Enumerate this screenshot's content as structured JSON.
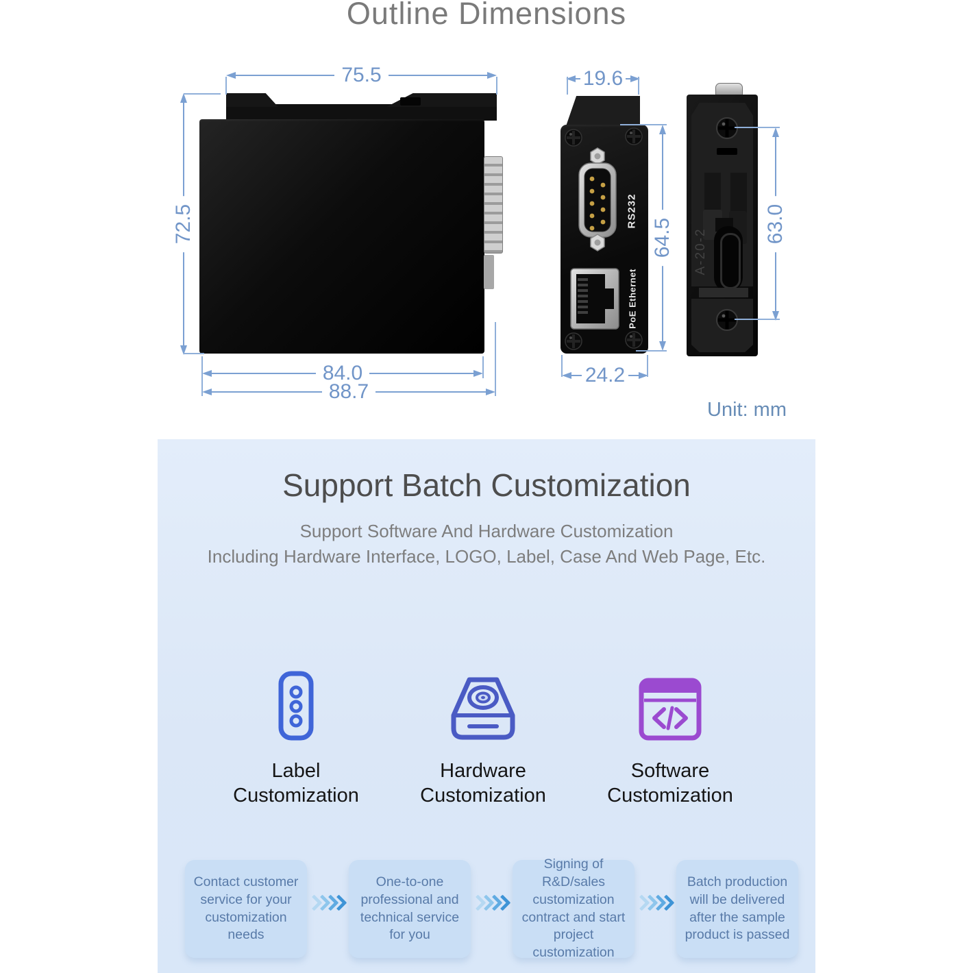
{
  "dimensions_section": {
    "title": "Outline Dimensions",
    "unit_label": "Unit: mm",
    "colors": {
      "dimension_line": "#7ba0d2",
      "dimension_text": "#7195c8",
      "unit_text": "#678cb6"
    },
    "front_view": {
      "width_top": "75.5",
      "height_left": "72.5",
      "width_inner_bottom": "84.0",
      "width_outer_bottom": "88.7"
    },
    "side_view": {
      "width_top": "19.6",
      "height_right": "64.5",
      "width_bottom": "24.2",
      "serial_port_label": "RS232",
      "ethernet_port_label": "PoE Ethernet"
    },
    "rear_view": {
      "height_right": "63.0",
      "embossed_label": "A-20-2"
    }
  },
  "customization_section": {
    "heading": "Support Batch Customization",
    "subheading_line1": "Support Software And Hardware Customization",
    "subheading_line2": "Including Hardware Interface, LOGO, Label, Case And Web Page, Etc.",
    "features": [
      {
        "icon": "label-icon",
        "color": "#3f65d8",
        "line1": "Label",
        "line2": "Customization"
      },
      {
        "icon": "hardware-icon",
        "color": "#4a5bc4",
        "line1": "Hardware",
        "line2": "Customization"
      },
      {
        "icon": "software-icon",
        "color": "#9b4ad0",
        "line1": "Software",
        "line2": "Customization"
      }
    ],
    "steps": [
      {
        "text": "Contact customer service for your customization needs"
      },
      {
        "text": "One-to-one professional and technical service for you"
      },
      {
        "text": "Signing of R&D/sales customization contract and start project customization"
      },
      {
        "text": "Batch production will be delivered after the sample product is passed"
      }
    ],
    "chevron_icon": "chevrons-right-icon"
  }
}
